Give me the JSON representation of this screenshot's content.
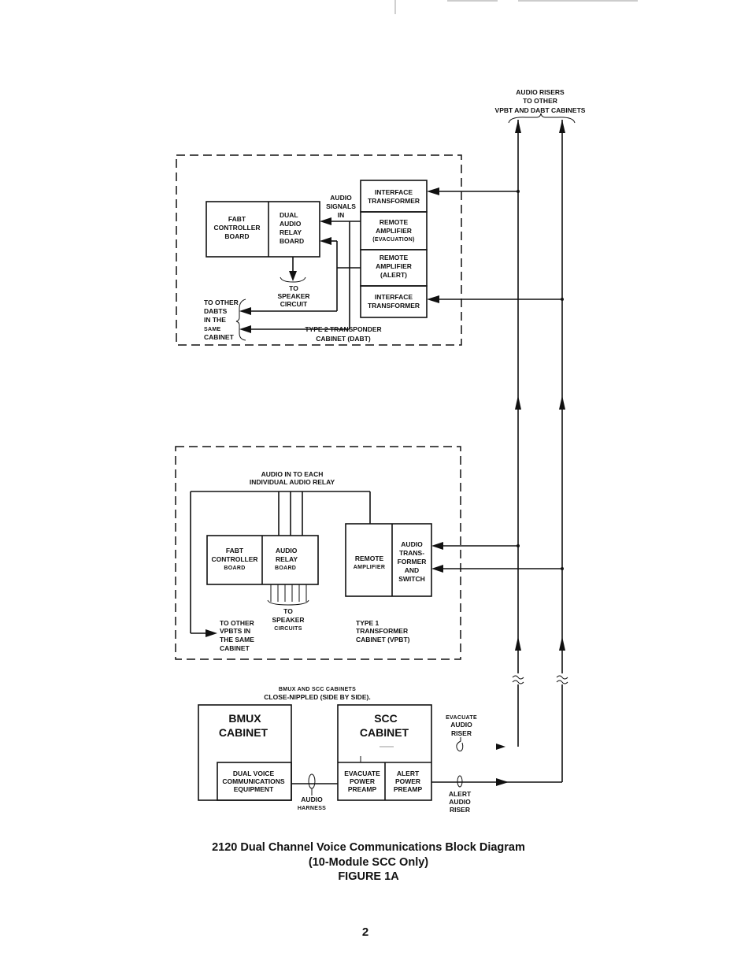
{
  "risers_label": [
    "AUDIO RISERS",
    "TO OTHER",
    "VPBT AND DABT CABINETS"
  ],
  "dabt": {
    "fabt_board": [
      "FABT",
      "CONTROLLER",
      "BOARD"
    ],
    "dual_audio_relay": [
      "DUAL",
      "AUDIO",
      "RELAY",
      "BOARD"
    ],
    "audio_signals_in": [
      "AUDIO",
      "SIGNALS",
      "IN"
    ],
    "interface_transformer_top": [
      "INTERFACE",
      "TRANSFORMER"
    ],
    "remote_amp_evac": [
      "REMOTE",
      "AMPLIFIER",
      "(EVACUATION)"
    ],
    "remote_amp_alert": [
      "REMOTE",
      "AMPLIFIER",
      "(ALERT)"
    ],
    "interface_transformer_bottom": [
      "INTERFACE",
      "TRANSFORMER"
    ],
    "to_speaker": [
      "TO",
      "SPEAKER",
      "CIRCUIT"
    ],
    "to_other": [
      "TO OTHER",
      "DABTS",
      "IN THE",
      "SAME",
      "CABINET"
    ],
    "cabinet_label": [
      "TYPE 2 TRANSPONDER",
      "CABINET (DABT)"
    ]
  },
  "vpbt": {
    "audio_in_label": [
      "AUDIO IN TO EACH",
      "INDIVIDUAL AUDIO RELAY"
    ],
    "fabt_board": [
      "FABT",
      "CONTROLLER",
      "BOARD"
    ],
    "audio_relay": [
      "AUDIO",
      "RELAY",
      "BOARD"
    ],
    "remote_amp": [
      "REMOTE",
      "AMPLIFIER"
    ],
    "audio_transformer": [
      "AUDIO",
      "TRANS-",
      "FORMER",
      "AND",
      "SWITCH"
    ],
    "to_speaker": [
      "TO",
      "SPEAKER",
      "CIRCUITS"
    ],
    "to_other": [
      "TO OTHER",
      "VPBTS IN",
      "THE SAME",
      "CABINET"
    ],
    "cabinet_label": [
      "TYPE 1",
      "TRANSFORMER",
      "CABINET (VPBT)"
    ]
  },
  "bottom": {
    "close_nippled": [
      "BMUX AND SCC CABINETS",
      "CLOSE-NIPPLED (SIDE BY SIDE)."
    ],
    "bmux": [
      "BMUX",
      "CABINET"
    ],
    "scc": [
      "SCC",
      "CABINET"
    ],
    "dual_voice": [
      "DUAL VOICE",
      "COMMUNICATIONS",
      "EQUIPMENT"
    ],
    "evac_preamp": [
      "EVACUATE",
      "POWER",
      "PREAMP"
    ],
    "alert_preamp": [
      "ALERT",
      "POWER",
      "PREAMP"
    ],
    "audio_harness": [
      "AUDIO",
      "HARNESS"
    ],
    "evac_riser": [
      "EVACUATE",
      "AUDIO",
      "RISER"
    ],
    "alert_riser": [
      "ALERT",
      "AUDIO",
      "RISER"
    ]
  },
  "caption": {
    "line1": "2120 Dual Channel Voice Communications Block Diagram",
    "line2": "(10-Module SCC Only)",
    "line3": "FIGURE 1A"
  },
  "page_number": "2"
}
